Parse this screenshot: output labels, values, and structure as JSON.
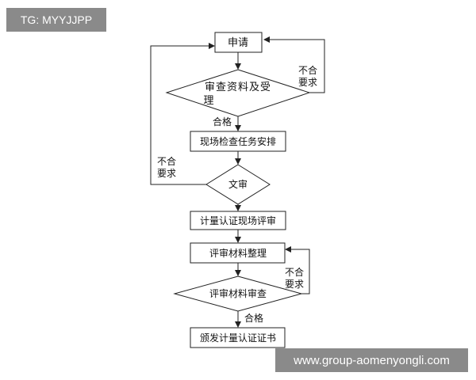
{
  "watermarks": {
    "top_left": "TG: MYYJJPP",
    "bottom_right": "www.group-aomenyongli.com"
  },
  "nodes": {
    "apply": "申请",
    "review_accept_1": "审查资料及受",
    "review_accept_2": "理",
    "schedule_inspection": "现场检查任务安排",
    "document_review": "文审",
    "onsite_evaluation": "计量认证现场评审",
    "organize_materials": "评审材料整理",
    "materials_review": "评审材料审查",
    "issue_certificate": "颁发计量认证证书"
  },
  "edge_labels": {
    "reject_1_line1": "不合",
    "reject_1_line2": "要求",
    "pass_1": "合格",
    "reject_2_line1": "不合",
    "reject_2_line2": "要求",
    "reject_3_line1": "不合",
    "reject_3_line2": "要求",
    "pass_2": "合格"
  }
}
